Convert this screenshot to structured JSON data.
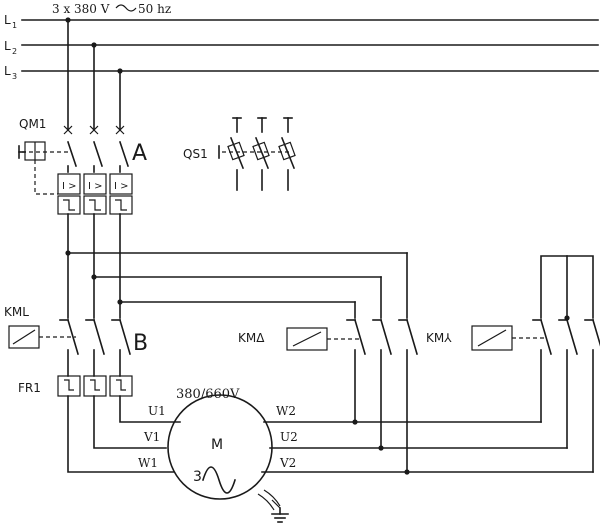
{
  "supply": {
    "title": "3 x 380 V",
    "freq": "50 hz",
    "lines": [
      {
        "main": "L",
        "sub": "1"
      },
      {
        "main": "L",
        "sub": "2"
      },
      {
        "main": "L",
        "sub": "3"
      }
    ]
  },
  "devices": {
    "qm1": "QM1",
    "qs1": "QS1",
    "kml": "KML",
    "km_delta": "KMΔ",
    "km_star": "KM⅄",
    "fr1": "FR1"
  },
  "markers": {
    "a": "A",
    "b": "B"
  },
  "breaker_symbols": [
    "I >",
    "I >",
    "I >"
  ],
  "motor": {
    "voltage": "380/660V",
    "letter": "M",
    "phases": "3",
    "left_terminals": [
      "U1",
      "V1",
      "W1"
    ],
    "right_terminals": [
      "W2",
      "U2",
      "V2"
    ]
  },
  "colors": {
    "ink": "#1a1a1a",
    "paper": "#ffffff"
  }
}
